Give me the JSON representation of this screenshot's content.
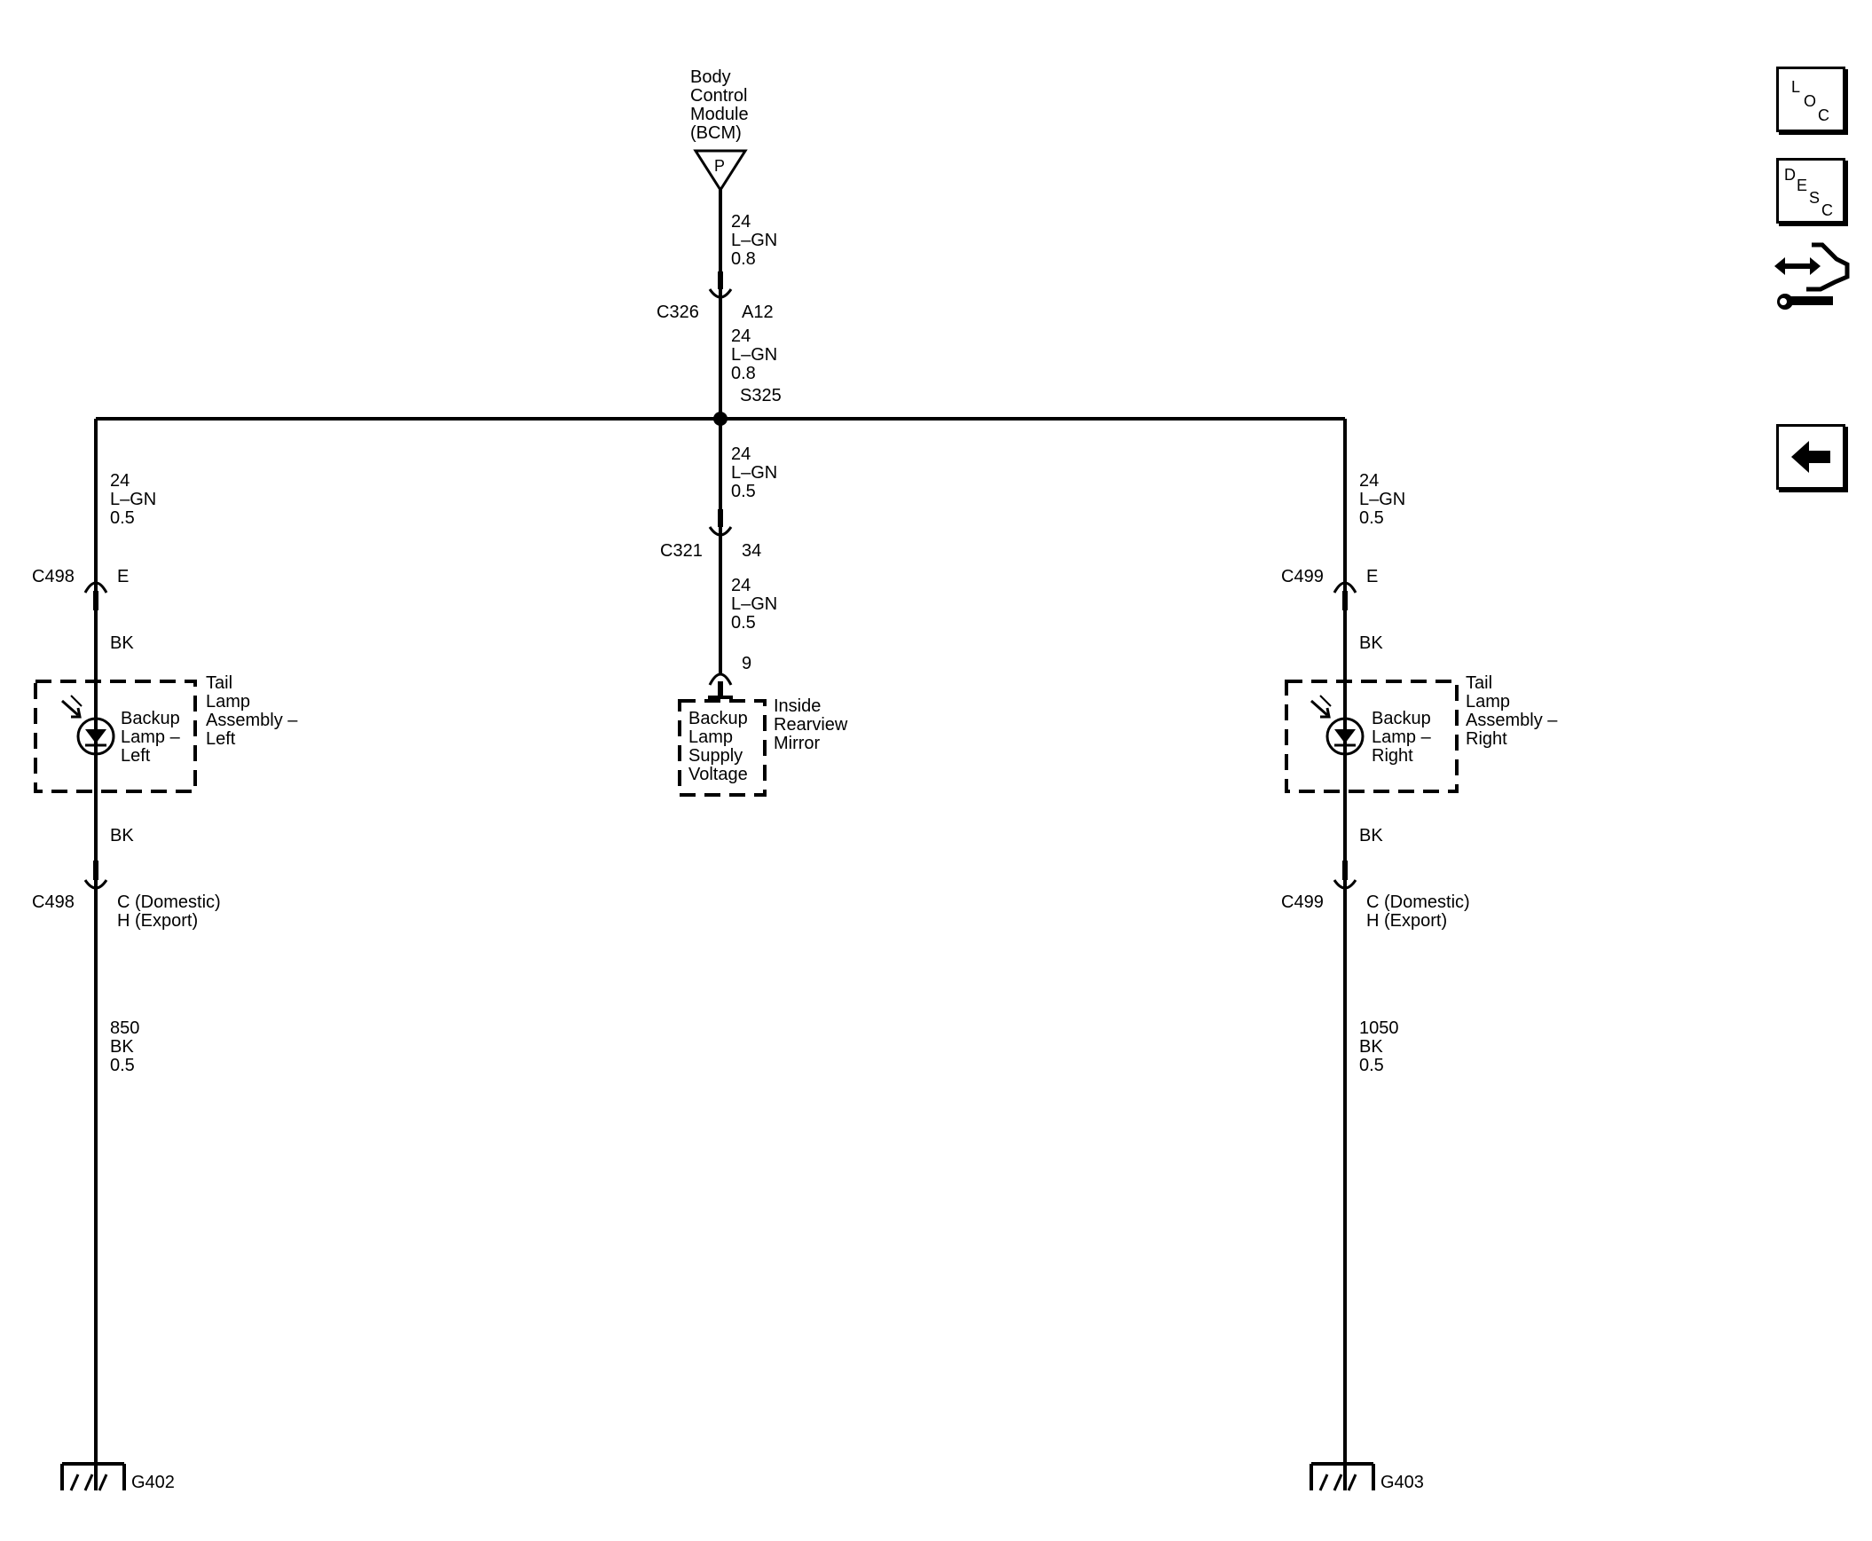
{
  "bcm": {
    "line1": "Body",
    "line2": "Control",
    "line3": "Module",
    "line4": "(BCM)",
    "pin": "P"
  },
  "wire_bcm": {
    "circuit": "24",
    "color": "L–GN",
    "size": "0.8"
  },
  "c326": {
    "name": "C326",
    "pin": "A12"
  },
  "wire_c326": {
    "circuit": "24",
    "color": "L–GN",
    "size": "0.8"
  },
  "splice": {
    "name": "S325"
  },
  "wire_center": {
    "circuit": "24",
    "color": "L–GN",
    "size": "0.5"
  },
  "c321": {
    "name": "C321",
    "pin": "34"
  },
  "wire_mirror": {
    "circuit": "24",
    "color": "L–GN",
    "size": "0.5"
  },
  "mirror": {
    "pin": "9",
    "inner_line1": "Backup",
    "inner_line2": "Lamp",
    "inner_line3": "Supply",
    "inner_line4": "Voltage",
    "label_line1": "Inside",
    "label_line2": "Rearview",
    "label_line3": "Mirror"
  },
  "left": {
    "wire_top": {
      "circuit": "24",
      "color": "L–GN",
      "size": "0.5"
    },
    "conn_top": {
      "name": "C498",
      "pin": "E"
    },
    "wire_lamp_in": "BK",
    "lamp_line1": "Backup",
    "lamp_line2": "Lamp –",
    "lamp_line3": "Left",
    "assy_line1": "Tail",
    "assy_line2": "Lamp",
    "assy_line3": "Assembly –",
    "assy_line4": "Left",
    "wire_lamp_out": "BK",
    "conn_bottom": {
      "name": "C498",
      "pin_line1": "C (Domestic)",
      "pin_line2": "H (Export)"
    },
    "wire_ground": {
      "circuit": "850",
      "color": "BK",
      "size": "0.5"
    },
    "ground": "G402"
  },
  "right": {
    "wire_top": {
      "circuit": "24",
      "color": "L–GN",
      "size": "0.5"
    },
    "conn_top": {
      "name": "C499",
      "pin": "E"
    },
    "wire_lamp_in": "BK",
    "lamp_line1": "Backup",
    "lamp_line2": "Lamp –",
    "lamp_line3": "Right",
    "assy_line1": "Tail",
    "assy_line2": "Lamp",
    "assy_line3": "Assembly –",
    "assy_line4": "Right",
    "wire_lamp_out": "BK",
    "conn_bottom": {
      "name": "C499",
      "pin_line1": "C (Domestic)",
      "pin_line2": "H (Export)"
    },
    "wire_ground": {
      "circuit": "1050",
      "color": "BK",
      "size": "0.5"
    },
    "ground": "G403"
  },
  "sidebar": {
    "loc": {
      "l": "L",
      "o": "O",
      "c": "C",
      "icon": "location-icon"
    },
    "desc": {
      "d": "D",
      "e": "E",
      "s": "S",
      "c": "C",
      "icon": "description-icon"
    },
    "connector_icon": "connector-hand-icon",
    "back_icon": "back-arrow-icon"
  }
}
